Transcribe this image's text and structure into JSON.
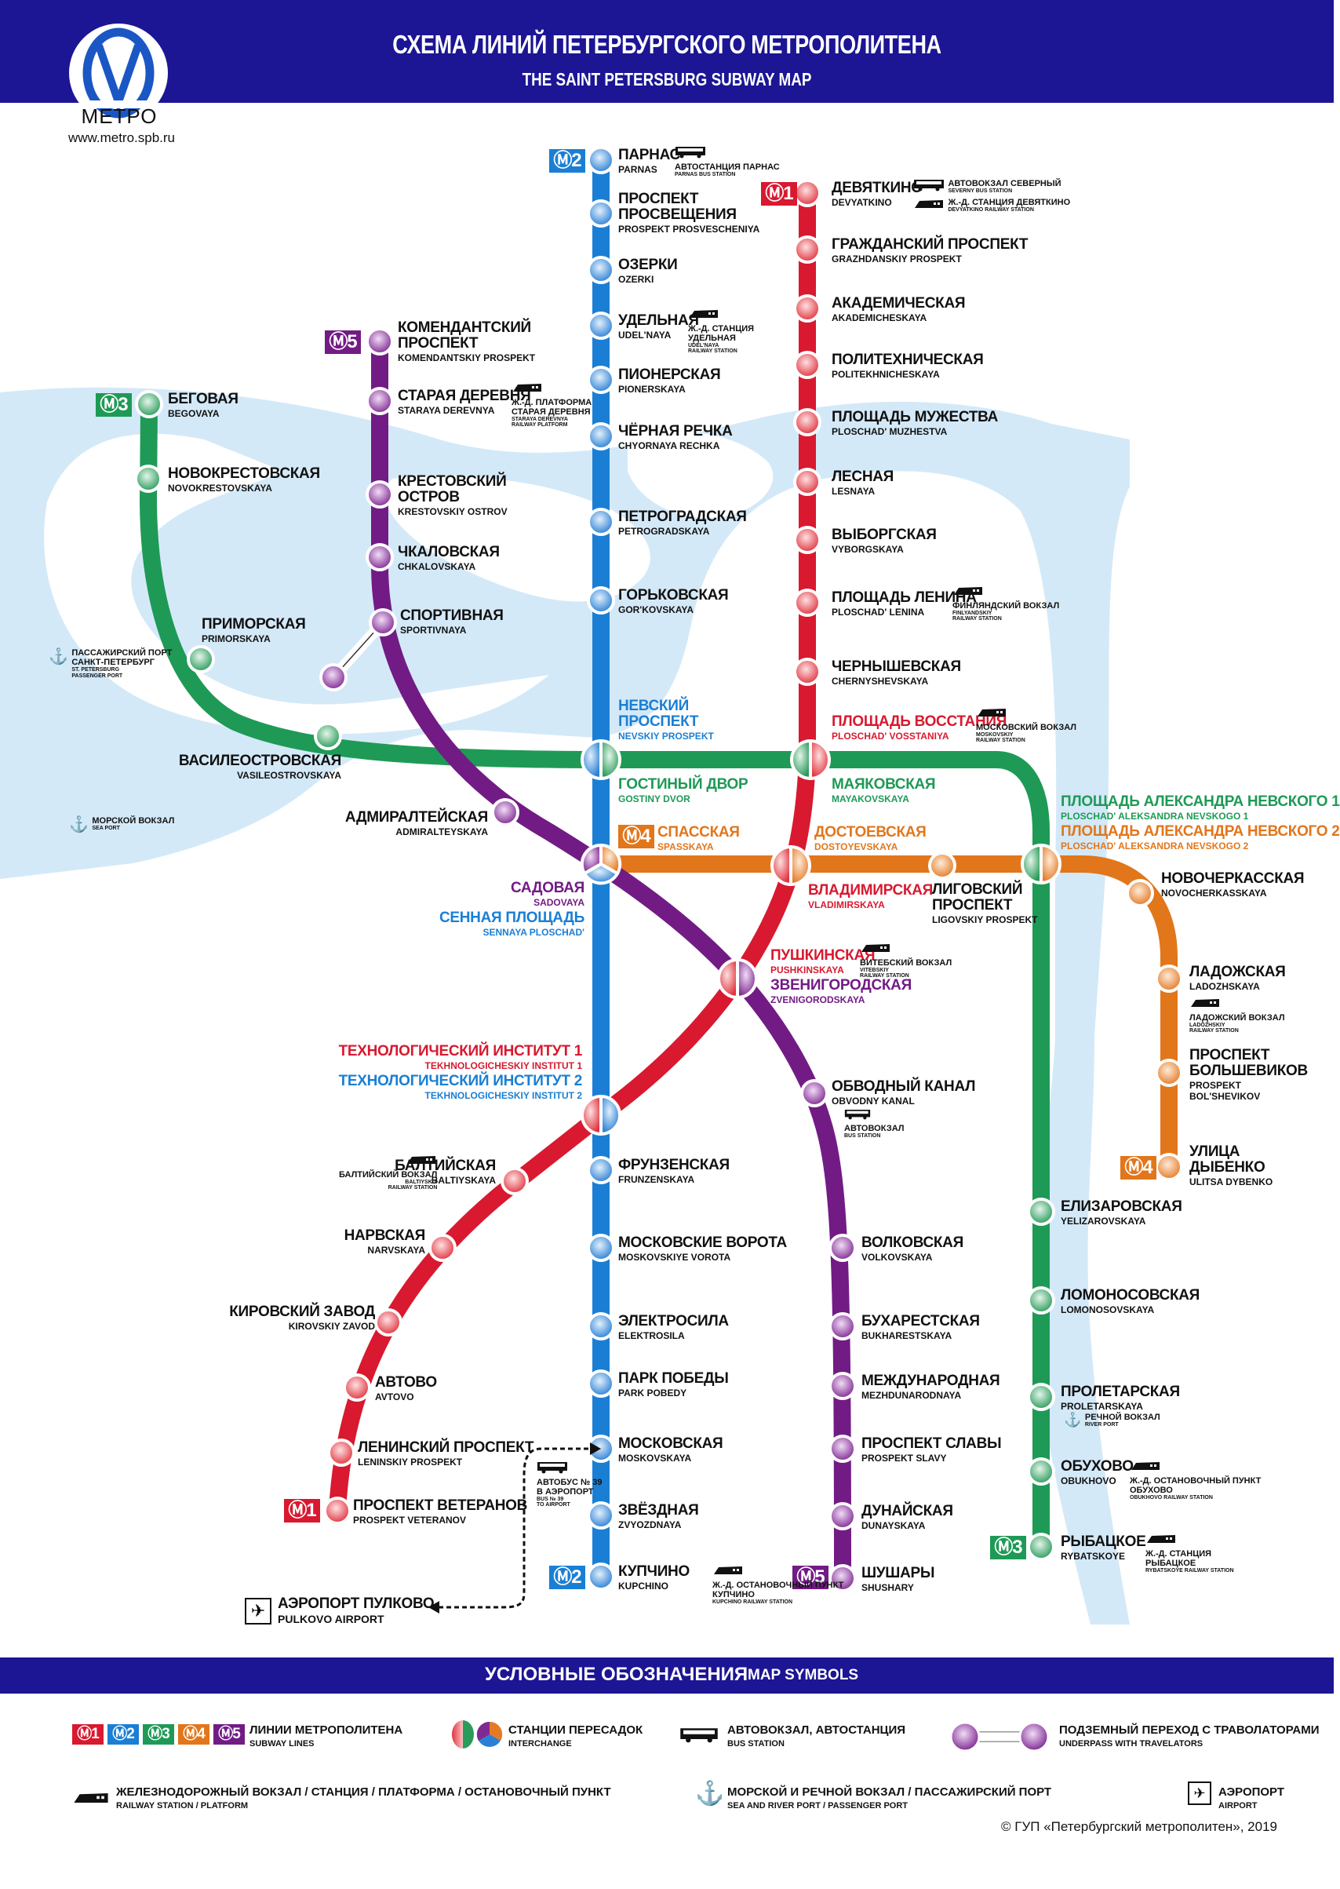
{
  "header": {
    "title_ru": "СХЕМА ЛИНИЙ ПЕТЕРБУРГСКОГО МЕТРОПОЛИТЕНА",
    "title_en": "THE SAINT PETERSBURG SUBWAY MAP",
    "logo_word": "МЕТРО",
    "logo_url": "www.metro.spb.ru",
    "background": "#1c1594"
  },
  "colors": {
    "line1": "#d8192f",
    "line2": "#1a7fd4",
    "line3": "#1e9a56",
    "line4": "#e2761b",
    "line5": "#721b85",
    "water": "#d4e9f8"
  },
  "badges": {
    "m1": "Ⓜ1",
    "m2": "Ⓜ2",
    "m3": "Ⓜ3",
    "m4": "Ⓜ4",
    "m5": "Ⓜ5"
  },
  "lines": {
    "line1": {
      "number": "1",
      "stations": [
        {
          "ru": "ДЕВЯТКИНО",
          "en": "DEVYATKINO"
        },
        {
          "ru": "ГРАЖДАНСКИЙ ПРОСПЕКТ",
          "en": "GRAZHDANSKIY PROSPEKT"
        },
        {
          "ru": "АКАДЕМИЧЕСКАЯ",
          "en": "AKADEMICHESKAYA"
        },
        {
          "ru": "ПОЛИТЕХНИЧЕСКАЯ",
          "en": "POLITEKHNICHESKAYA"
        },
        {
          "ru": "ПЛОЩАДЬ МУЖЕСТВА",
          "en": "PLOSCHAD' MUZHESTVA"
        },
        {
          "ru": "ЛЕСНАЯ",
          "en": "LESNAYA"
        },
        {
          "ru": "ВЫБОРГСКАЯ",
          "en": "VYBORGSKAYA"
        },
        {
          "ru": "ПЛОЩАДЬ ЛЕНИНА",
          "en": "PLOSCHAD' LENINA"
        },
        {
          "ru": "ЧЕРНЫШЕВСКАЯ",
          "en": "CHERNYSHEVSKAYA"
        },
        {
          "ru": "ПЛОЩАДЬ ВОССТАНИЯ",
          "en": "PLOSCHAD' VOSSTANIYA"
        },
        {
          "ru": "ВЛАДИМИРСКАЯ",
          "en": "VLADIMIRSKAYA"
        },
        {
          "ru": "ПУШКИНСКАЯ",
          "en": "PUSHKINSKAYA"
        },
        {
          "ru": "ТЕХНОЛОГИЧЕСКИЙ ИНСТИТУТ 1",
          "en": "TEKHNOLOGICHESKIY INSTITUT 1"
        },
        {
          "ru": "БАЛТИЙСКАЯ",
          "en": "BALTIYSKAYA"
        },
        {
          "ru": "НАРВСКАЯ",
          "en": "NARVSKAYA"
        },
        {
          "ru": "КИРОВСКИЙ ЗАВОД",
          "en": "KIROVSKIY ZAVOD"
        },
        {
          "ru": "АВТОВО",
          "en": "AVTOVO"
        },
        {
          "ru": "ЛЕНИНСКИЙ ПРОСПЕКТ",
          "en": "LENINSKIY PROSPEKT"
        },
        {
          "ru": "ПРОСПЕКТ ВЕТЕРАНОВ",
          "en": "PROSPEKT VETERANOV"
        }
      ]
    },
    "line2": {
      "number": "2",
      "stations": [
        {
          "ru": "ПАРНАС",
          "en": "PARNAS"
        },
        {
          "ru": "ПРОСПЕКТ ПРОСВЕЩЕНИЯ",
          "en": "PROSPEKT PROSVESCHENIYA"
        },
        {
          "ru": "ОЗЕРКИ",
          "en": "OZERKI"
        },
        {
          "ru": "УДЕЛЬНАЯ",
          "en": "UDEL'NAYA"
        },
        {
          "ru": "ПИОНЕРСКАЯ",
          "en": "PIONERSKAYA"
        },
        {
          "ru": "ЧЁРНАЯ РЕЧКА",
          "en": "CHYORNAYA RECHKA"
        },
        {
          "ru": "ПЕТРОГРАДСКАЯ",
          "en": "PETROGRADSKAYA"
        },
        {
          "ru": "ГОРЬКОВСКАЯ",
          "en": "GOR'KOVSKAYA"
        },
        {
          "ru": "НЕВСКИЙ ПРОСПЕКТ",
          "en": "NEVSKIY PROSPEKT"
        },
        {
          "ru": "СЕННАЯ ПЛОЩАДЬ",
          "en": "SENNAYA PLOSCHAD'"
        },
        {
          "ru": "ТЕХНОЛОГИЧЕСКИЙ ИНСТИТУТ 2",
          "en": "TEKHNOLOGICHESKIY INSTITUT 2"
        },
        {
          "ru": "ФРУНЗЕНСКАЯ",
          "en": "FRUNZENSKAYA"
        },
        {
          "ru": "МОСКОВСКИЕ ВОРОТА",
          "en": "MOSKOVSKIYE VOROTA"
        },
        {
          "ru": "ЭЛЕКТРОСИЛА",
          "en": "ELEKTROSILA"
        },
        {
          "ru": "ПАРК ПОБЕДЫ",
          "en": "PARK POBEDY"
        },
        {
          "ru": "МОСКОВСКАЯ",
          "en": "MOSKOVSKAYA"
        },
        {
          "ru": "ЗВЁЗДНАЯ",
          "en": "ZVYOZDNAYA"
        },
        {
          "ru": "КУПЧИНО",
          "en": "KUPCHINO"
        }
      ]
    },
    "line3": {
      "number": "3",
      "stations": [
        {
          "ru": "БЕГОВАЯ",
          "en": "BEGOVAYA"
        },
        {
          "ru": "НОВОКРЕСТОВСКАЯ",
          "en": "NOVOKRESTOVSKAYA"
        },
        {
          "ru": "ПРИМОРСКАЯ",
          "en": "PRIMORSKAYA"
        },
        {
          "ru": "ВАСИЛЕОСТРОВСКАЯ",
          "en": "VASILEOSTROVSKAYA"
        },
        {
          "ru": "ГОСТИНЫЙ ДВОР",
          "en": "GOSTINY DVOR"
        },
        {
          "ru": "МАЯКОВСКАЯ",
          "en": "MAYAKOVSKAYA"
        },
        {
          "ru": "ПЛОЩАДЬ АЛЕКСАНДРА НЕВСКОГО 1",
          "en": "PLOSCHAD' ALEKSANDRA NEVSKOGO 1"
        },
        {
          "ru": "ЕЛИЗАРОВСКАЯ",
          "en": "YELIZAROVSKAYA"
        },
        {
          "ru": "ЛОМОНОСОВСКАЯ",
          "en": "LOMONOSOVSKAYA"
        },
        {
          "ru": "ПРОЛЕТАРСКАЯ",
          "en": "PROLETARSKAYA"
        },
        {
          "ru": "ОБУХОВО",
          "en": "OBUKHOVO"
        },
        {
          "ru": "РЫБАЦКОЕ",
          "en": "RYBATSKOYE"
        }
      ]
    },
    "line4": {
      "number": "4",
      "stations": [
        {
          "ru": "СПАССКАЯ",
          "en": "SPASSKAYA"
        },
        {
          "ru": "ДОСТОЕВСКАЯ",
          "en": "DOSTOYEVSKAYA"
        },
        {
          "ru": "ЛИГОВСКИЙ ПРОСПЕКТ",
          "en": "LIGOVSKIY PROSPEKT"
        },
        {
          "ru": "ПЛОЩАДЬ АЛЕКСАНДРА НЕВСКОГО 2",
          "en": "PLOSCHAD' ALEKSANDRA NEVSKOGO 2"
        },
        {
          "ru": "НОВОЧЕРКАССКАЯ",
          "en": "NOVOCHERKASSKAYA"
        },
        {
          "ru": "ЛАДОЖСКАЯ",
          "en": "LADOZHSKAYA"
        },
        {
          "ru": "ПРОСПЕКТ БОЛЬШЕВИКОВ",
          "en": "PROSPEKT BOL'SHEVIKOV"
        },
        {
          "ru": "УЛИЦА ДЫБЕНКО",
          "en": "ULITSA DYBENKO"
        }
      ]
    },
    "line5": {
      "number": "5",
      "stations": [
        {
          "ru": "КОМЕНДАНТСКИЙ ПРОСПЕКТ",
          "en": "KOMENDANTSKIY PROSPEKT"
        },
        {
          "ru": "СТАРАЯ ДЕРЕВНЯ",
          "en": "STARAYA DEREVNYA"
        },
        {
          "ru": "КРЕСТОВСКИЙ ОСТРОВ",
          "en": "KRESTOVSKIY OSTROV"
        },
        {
          "ru": "ЧКАЛОВСКАЯ",
          "en": "CHKALOVSKAYA"
        },
        {
          "ru": "СПОРТИВНАЯ",
          "en": "SPORTIVNAYA"
        },
        {
          "ru": "АДМИРАЛТЕЙСКАЯ",
          "en": "ADMIRALTEYSKAYA"
        },
        {
          "ru": "САДОВАЯ",
          "en": "SADOVAYA"
        },
        {
          "ru": "ЗВЕНИГОРОДСКАЯ",
          "en": "ZVENIGORODSKAYA"
        },
        {
          "ru": "ОБВОДНЫЙ КАНАЛ",
          "en": "OBVODNY KANAL"
        },
        {
          "ru": "ВОЛКОВСКАЯ",
          "en": "VOLKOVSKAYA"
        },
        {
          "ru": "БУХАРЕСТСКАЯ",
          "en": "BUKHARESTSKAYA"
        },
        {
          "ru": "МЕЖДУНАРОДНАЯ",
          "en": "MEZHDUNARODNAYA"
        },
        {
          "ru": "ПРОСПЕКТ СЛАВЫ",
          "en": "PROSPEKT SLAVY"
        },
        {
          "ru": "ДУНАЙСКАЯ",
          "en": "DUNAYSKAYA"
        },
        {
          "ru": "ШУШАРЫ",
          "en": "SHUSHARY"
        }
      ]
    }
  },
  "labels_split": {
    "prosp_prosv_1": "ПРОСПЕКТ",
    "prosp_prosv_2": "ПРОСВЕЩЕНИЯ",
    "komend_1": "КОМЕНДАНТСКИЙ",
    "komend_2": "ПРОСПЕКТ",
    "krest_1": "КРЕСТОВСКИЙ",
    "krest_2": "ОСТРОВ",
    "nevsky_1": "НЕВСКИЙ",
    "nevsky_2": "ПРОСПЕКТ",
    "ligovsky_1": "ЛИГОВСКИЙ",
    "ligovsky_2": "ПРОСПЕКТ",
    "bolsh_1": "ПРОСПЕКТ",
    "bolsh_2": "БОЛЬШЕВИКОВ",
    "bolsh_en_1": "PROSPEKT",
    "bolsh_en_2": "BOL'SHEVIKOV",
    "dybenko_1": "УЛИЦА",
    "dybenko_2": "ДЫБЕНКО"
  },
  "transfers": {
    "parnas_bus": {
      "ru": "АВТОСТАНЦИЯ ПАРНАС",
      "en": "PARNAS BUS STATION"
    },
    "devyatkino_bus": {
      "ru": "АВТОВОКЗАЛ СЕВЕРНЫЙ",
      "en": "SEVERNY BUS STATION"
    },
    "devyatkino_rail": {
      "ru": "Ж.-Д. СТАНЦИЯ ДЕВЯТКИНО",
      "en": "DEVYATKINO RAILWAY STATION"
    },
    "udelnaya_rail": {
      "ru1": "Ж.-Д. СТАНЦИЯ",
      "ru2": "УДЕЛЬНАЯ",
      "en1": "UDEL'NAYA",
      "en2": "RAILWAY STATION"
    },
    "staraya_rail": {
      "ru1": "Ж.-Д. ПЛАТФОРМА",
      "ru2": "СТАРАЯ ДЕРЕВНЯ",
      "en1": "STARAYA DEREVNYA",
      "en2": "RAILWAY PLATFORM"
    },
    "lenina_rail": {
      "ru": "ФИНЛЯНДСКИЙ ВОКЗАЛ",
      "en1": "FINLYANDSKIY",
      "en2": "RAILWAY STATION"
    },
    "vosstaniya_rail": {
      "ru": "МОСКОВСКИЙ ВОКЗАЛ",
      "en1": "MOSKOVSKIY",
      "en2": "RAILWAY STATION"
    },
    "pushkinskaya_rail": {
      "ru": "ВИТЕБСКИЙ ВОКЗАЛ",
      "en1": "VITEBSKIY",
      "en2": "RAILWAY STATION"
    },
    "ladozhskaya_rail": {
      "ru": "ЛАДОЖСКИЙ ВОКЗАЛ",
      "en1": "LADOZHSKIY",
      "en2": "RAILWAY STATION"
    },
    "baltiyskaya_rail": {
      "ru": "БАЛТИЙСКИЙ ВОКЗАЛ",
      "en1": "BALTIYSKIY",
      "en2": "RAILWAY STATION"
    },
    "obvodny_bus": {
      "ru": "АВТОВОКЗАЛ",
      "en": "BUS STATION"
    },
    "kupchino_rail": {
      "ru1": "Ж.-Д. ОСТАНОВОЧНЫЙ ПУНКТ",
      "ru2": "КУПЧИНО",
      "en": "KUPCHINO RAILWAY STATION"
    },
    "obukhovo_rail": {
      "ru1": "Ж.-Д. ОСТАНОВОЧНЫЙ ПУНКТ",
      "ru2": "ОБУХОВО",
      "en": "OBUKHOVO RAILWAY STATION"
    },
    "rybatskoye_rail": {
      "ru1": "Ж.-Д. СТАНЦИЯ",
      "ru2": "РЫБАЦКОЕ",
      "en": "RYBATSKOYE RAILWAY STATION"
    },
    "proletarskaya_port": {
      "ru": "РЕЧНОЙ ВОКЗАЛ",
      "en": "RIVER PORT"
    },
    "passenger_port": {
      "ru1": "ПАССАЖИРСКИЙ ПОРТ",
      "ru2": "САНКТ-ПЕТЕРБУРГ",
      "en1": "ST. PETERSBURG",
      "en2": "PASSENGER PORT"
    },
    "sea_port": {
      "ru": "МОРСКОЙ ВОКЗАЛ",
      "en": "SEA PORT"
    },
    "bus39": {
      "ru1": "АВТОБУС № 39",
      "ru2": "В АЭРОПОРТ",
      "en1": "BUS № 39",
      "en2": "TO AIRPORT"
    },
    "airport": {
      "ru": "АЭРОПОРТ ПУЛКОВО",
      "en": "PULKOVO AIRPORT"
    }
  },
  "legend": {
    "title_ru": "УСЛОВНЫЕ ОБОЗНАЧЕНИЯ",
    "title_en": "MAP SYMBOLS",
    "items": [
      {
        "ru": "ЛИНИИ МЕТРОПОЛИТЕНА",
        "en": "SUBWAY LINES"
      },
      {
        "ru": "СТАНЦИИ ПЕРЕСАДОК",
        "en": "INTERCHANGE"
      },
      {
        "ru": "АВТОВОКЗАЛ, АВТОСТАНЦИЯ",
        "en": "BUS STATION"
      },
      {
        "ru": "ПОДЗЕМНЫЙ ПЕРЕХОД С ТРАВОЛАТОРАМИ",
        "en": "UNDERPASS WITH TRAVELATORS"
      },
      {
        "ru": "ЖЕЛЕЗНОДОРОЖНЫЙ ВОКЗАЛ / СТАНЦИЯ / ПЛАТФОРМА / ОСТАНОВОЧНЫЙ ПУНКТ",
        "en": "RAILWAY STATION / PLATFORM"
      },
      {
        "ru": "МОРСКОЙ И РЕЧНОЙ ВОКЗАЛ / ПАССАЖИРСКИЙ ПОРТ",
        "en": "SEA AND RIVER PORT / PASSENGER PORT"
      },
      {
        "ru": "АЭРОПОРТ",
        "en": "AIRPORT"
      }
    ],
    "copyright": "© ГУП «Петербургский метрополитен», 2019"
  }
}
